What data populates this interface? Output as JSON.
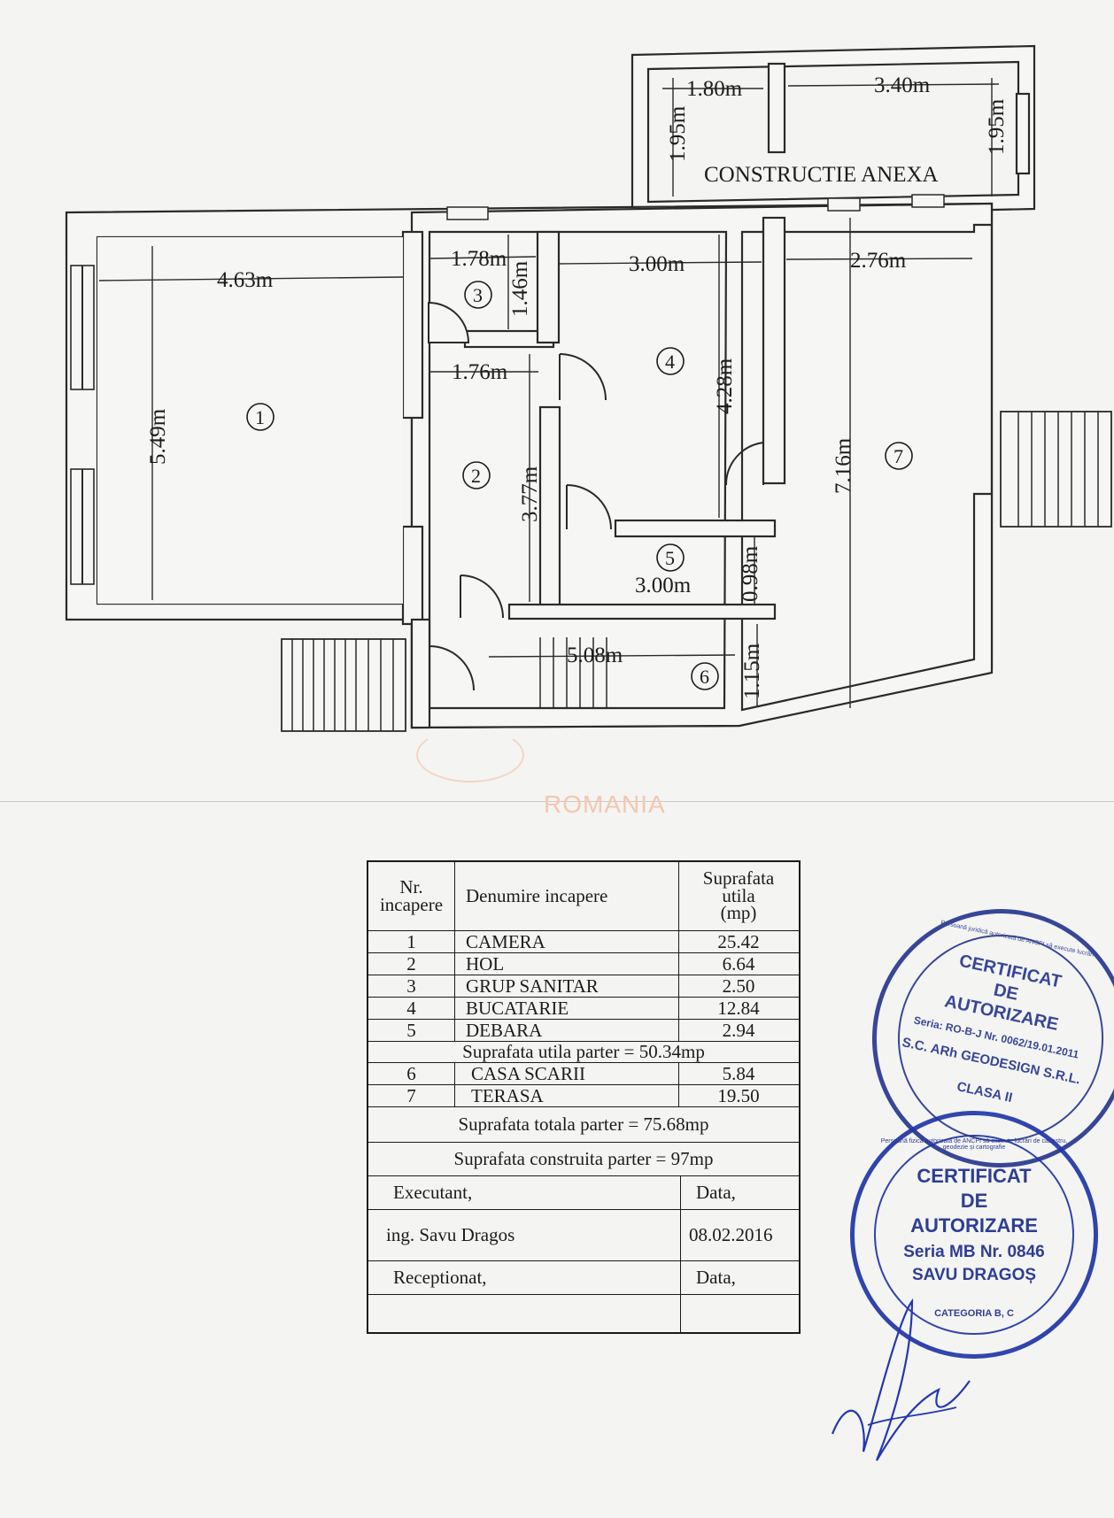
{
  "plan": {
    "annex_label": "CONSTRUCTIE ANEXA",
    "dimensions": {
      "annex_w1": "1.80m",
      "annex_w2": "3.40m",
      "annex_h1": "1.95m",
      "annex_h2": "1.95m",
      "r1_w": "4.63m",
      "r1_h": "5.49m",
      "r3_w": "1.78m",
      "r3_h": "1.46m",
      "r2_w": "1.76m",
      "r2_h": "3.77m",
      "r4_w": "3.00m",
      "r4_h": "4.28m",
      "r7_w": "2.76m",
      "r7_h": "7.16m",
      "r5_w": "3.00m",
      "r5_h": "0.98m",
      "r6_w": "5.08m",
      "r6_h": "1.15m"
    },
    "room_numbers": [
      "1",
      "2",
      "3",
      "4",
      "5",
      "6",
      "7"
    ]
  },
  "watermark": "ROMANIA",
  "table": {
    "headers": {
      "nr": [
        "Nr.",
        "incapere"
      ],
      "name": "Denumire incapere",
      "area": [
        "Suprafata",
        "utila",
        "(mp)"
      ]
    },
    "rooms_a": [
      {
        "nr": "1",
        "name": "CAMERA",
        "area": "25.42"
      },
      {
        "nr": "2",
        "name": "HOL",
        "area": "6.64"
      },
      {
        "nr": "3",
        "name": "GRUP SANITAR",
        "area": "2.50"
      },
      {
        "nr": "4",
        "name": "BUCATARIE",
        "area": "12.84"
      },
      {
        "nr": "5",
        "name": "DEBARA",
        "area": "2.94"
      }
    ],
    "subtotal_util": "Suprafata utila parter = 50.34mp",
    "rooms_b": [
      {
        "nr": "6",
        "name": "CASA SCARII",
        "area": "5.84"
      },
      {
        "nr": "7",
        "name": "TERASA",
        "area": "19.50"
      }
    ],
    "total": "Suprafata totala parter = 75.68mp",
    "built": "Suprafata construita parter = 97mp",
    "footer": {
      "executant": "Executant,",
      "date_label_1": "Data,",
      "engineer": "ing. Savu Dragos",
      "date_value": "08.02.2016",
      "receptionat": "Receptionat,",
      "date_label_2": "Data,"
    }
  },
  "stamp_1": {
    "arc_text": "Persoană juridică autorizată de ANCPI să execute lucrări",
    "lines": [
      "CERTIFICAT",
      "DE",
      "AUTORIZARE",
      "Seria: RO-B-J Nr. 0062/19.01.2011",
      "S.C. ARh GEODESIGN S.R.L.",
      "CLASA II"
    ],
    "color": "#1f2f8c"
  },
  "stamp_2": {
    "arc_text": "Persoană fizică autorizată de ANCPI să execute lucrări de cadastru, geodezie și cartografie",
    "lines": [
      "CERTIFICAT",
      "DE",
      "AUTORIZARE",
      "Seria MB Nr. 0846",
      "SAVU DRAGOȘ",
      "CATEGORIA B, C"
    ],
    "color": "#2036a8"
  }
}
